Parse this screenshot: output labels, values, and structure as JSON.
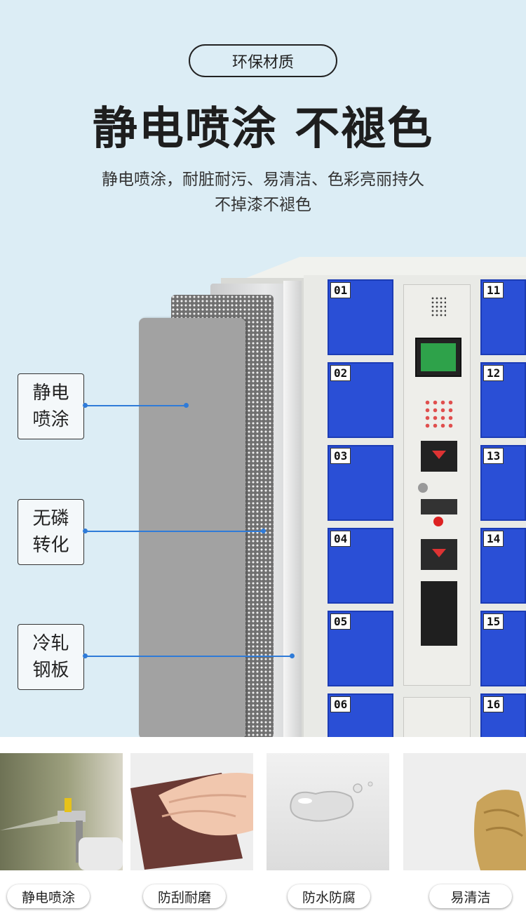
{
  "header": {
    "badge": "环保材质",
    "title": "静电喷涂 不褪色",
    "subtitle_line1": "静电喷涂，耐脏耐污、易清洁、色彩亮丽持久",
    "subtitle_line2": "不掉漆不褪色"
  },
  "layers": [
    {
      "line1": "静电",
      "line2": "喷涂"
    },
    {
      "line1": "无磷",
      "line2": "转化"
    },
    {
      "line1": "冷轧",
      "line2": "钢板"
    }
  ],
  "doors_left": [
    "01",
    "02",
    "03",
    "04",
    "05",
    "06"
  ],
  "doors_right": [
    "11",
    "12",
    "13",
    "14",
    "15",
    "16"
  ],
  "features": [
    {
      "label": "静电喷涂",
      "icon": "spray-gun-photo"
    },
    {
      "label": "防刮耐磨",
      "icon": "sandpaper-photo"
    },
    {
      "label": "防水防腐",
      "icon": "water-drop-photo"
    },
    {
      "label": "易清洁",
      "icon": "cloth-wipe-photo"
    }
  ],
  "colors": {
    "background": "#dcedf5",
    "door_blue": "#2a4fd6",
    "pointer_blue": "#2f7bd8"
  }
}
